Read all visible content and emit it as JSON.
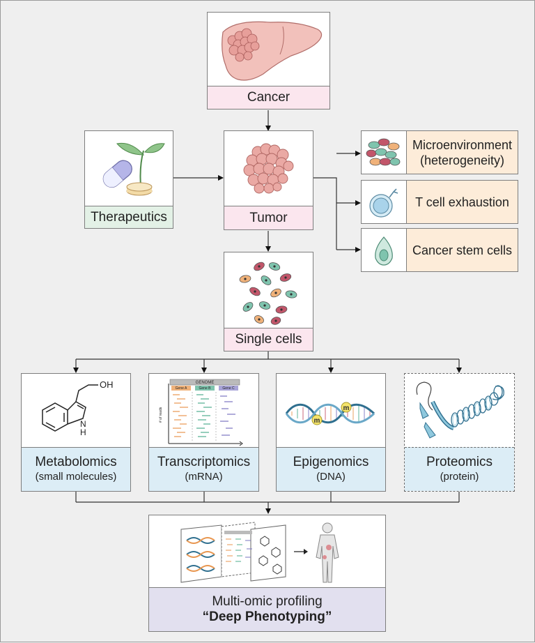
{
  "nodes": {
    "cancer": {
      "label": "Cancer"
    },
    "therapeutics": {
      "label": "Therapeutics"
    },
    "tumor": {
      "label": "Tumor"
    },
    "microenvironment": {
      "line1": "Microenvironment",
      "line2": "(heterogeneity)"
    },
    "tcell": {
      "label": "T cell exhaustion"
    },
    "stemcells": {
      "label": "Cancer stem cells"
    },
    "singlecells": {
      "label": "Single cells"
    },
    "metabolomics": {
      "title": "Metabolomics",
      "subtitle": "(small molecules)"
    },
    "transcriptomics": {
      "title": "Transcriptomics",
      "subtitle": "(mRNA)"
    },
    "epigenomics": {
      "title": "Epigenomics",
      "subtitle": "(DNA)"
    },
    "proteomics": {
      "title": "Proteomics",
      "subtitle": "(protein)"
    },
    "multiomic": {
      "line1": "Multi-omic profiling",
      "line2": "“Deep Phenotyping”"
    }
  },
  "illustrations": {
    "molecule": {
      "oh_label": "OH",
      "nh_label": "N",
      "h_label": "H"
    },
    "transcript_chart": {
      "header": "GENOME",
      "genes": [
        "Gene A",
        "Gene B",
        "Gene C"
      ],
      "ylabel": "# of reads"
    },
    "methyl_mark": "m"
  },
  "colors": {
    "pink": "#fbe6ee",
    "green": "#e3f1e6",
    "peach": "#fdecd9",
    "blue": "#dcedf6",
    "lavender": "#e2e0ef",
    "tumor": "#e9a3a0",
    "cell_teal": "#7fc4ae",
    "cell_red": "#c2566a",
    "cell_orange": "#f0b27a"
  }
}
